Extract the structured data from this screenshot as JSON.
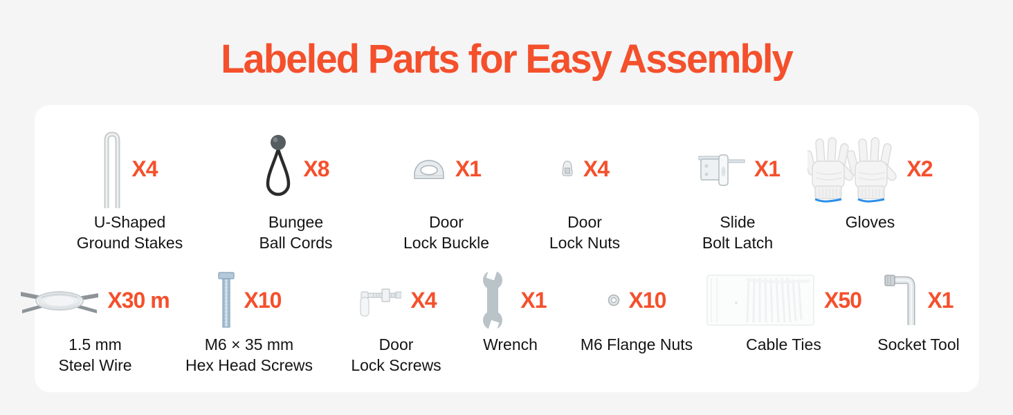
{
  "page": {
    "title": "Labeled Parts for Easy Assembly",
    "background_color": "#f5f5f6",
    "card_color": "#ffffff",
    "accent_color": "#f4502c",
    "text_color": "#141414",
    "glove_trim_color": "#2b8fe8"
  },
  "rows": [
    {
      "items": [
        {
          "name": "u-shaped-ground-stakes",
          "icon": "ground-stake-icon",
          "qty": "X4",
          "label_line1": "U-Shaped",
          "label_line2": "Ground Stakes"
        },
        {
          "name": "bungee-ball-cords",
          "icon": "bungee-ball-cord-icon",
          "qty": "X8",
          "label_line1": "Bungee",
          "label_line2": "Ball Cords"
        },
        {
          "name": "door-lock-buckle",
          "icon": "door-lock-buckle-icon",
          "qty": "X1",
          "label_line1": "Door",
          "label_line2": "Lock Buckle"
        },
        {
          "name": "door-lock-nuts",
          "icon": "door-lock-nut-icon",
          "qty": "X4",
          "label_line1": "Door",
          "label_line2": "Lock Nuts"
        },
        {
          "name": "slide-bolt-latch",
          "icon": "slide-bolt-latch-icon",
          "qty": "X1",
          "label_line1": "Slide",
          "label_line2": "Bolt Latch"
        },
        {
          "name": "gloves",
          "icon": "gloves-icon",
          "qty": "X2",
          "label_line1": "Gloves",
          "label_line2": ""
        }
      ]
    },
    {
      "items": [
        {
          "name": "steel-wire",
          "icon": "steel-wire-icon",
          "qty": "X30 m",
          "label_line1": "1.5 mm",
          "label_line2": "Steel Wire"
        },
        {
          "name": "hex-head-screws",
          "icon": "hex-head-screw-icon",
          "qty": "X10",
          "label_line1": "M6 × 35 mm",
          "label_line2": "Hex Head Screws"
        },
        {
          "name": "door-lock-screws",
          "icon": "door-lock-screw-icon",
          "qty": "X4",
          "label_line1": "Door",
          "label_line2": "Lock Screws"
        },
        {
          "name": "wrench",
          "icon": "wrench-icon",
          "qty": "X1",
          "label_line1": "Wrench",
          "label_line2": ""
        },
        {
          "name": "m6-flange-nuts",
          "icon": "flange-nut-icon",
          "qty": "X10",
          "label_line1": "M6 Flange Nuts",
          "label_line2": ""
        },
        {
          "name": "cable-ties",
          "icon": "cable-ties-icon",
          "qty": "X50",
          "label_line1": "Cable Ties",
          "label_line2": ""
        },
        {
          "name": "socket-tool",
          "icon": "socket-tool-icon",
          "qty": "X1",
          "label_line1": "Socket Tool",
          "label_line2": ""
        }
      ]
    }
  ]
}
